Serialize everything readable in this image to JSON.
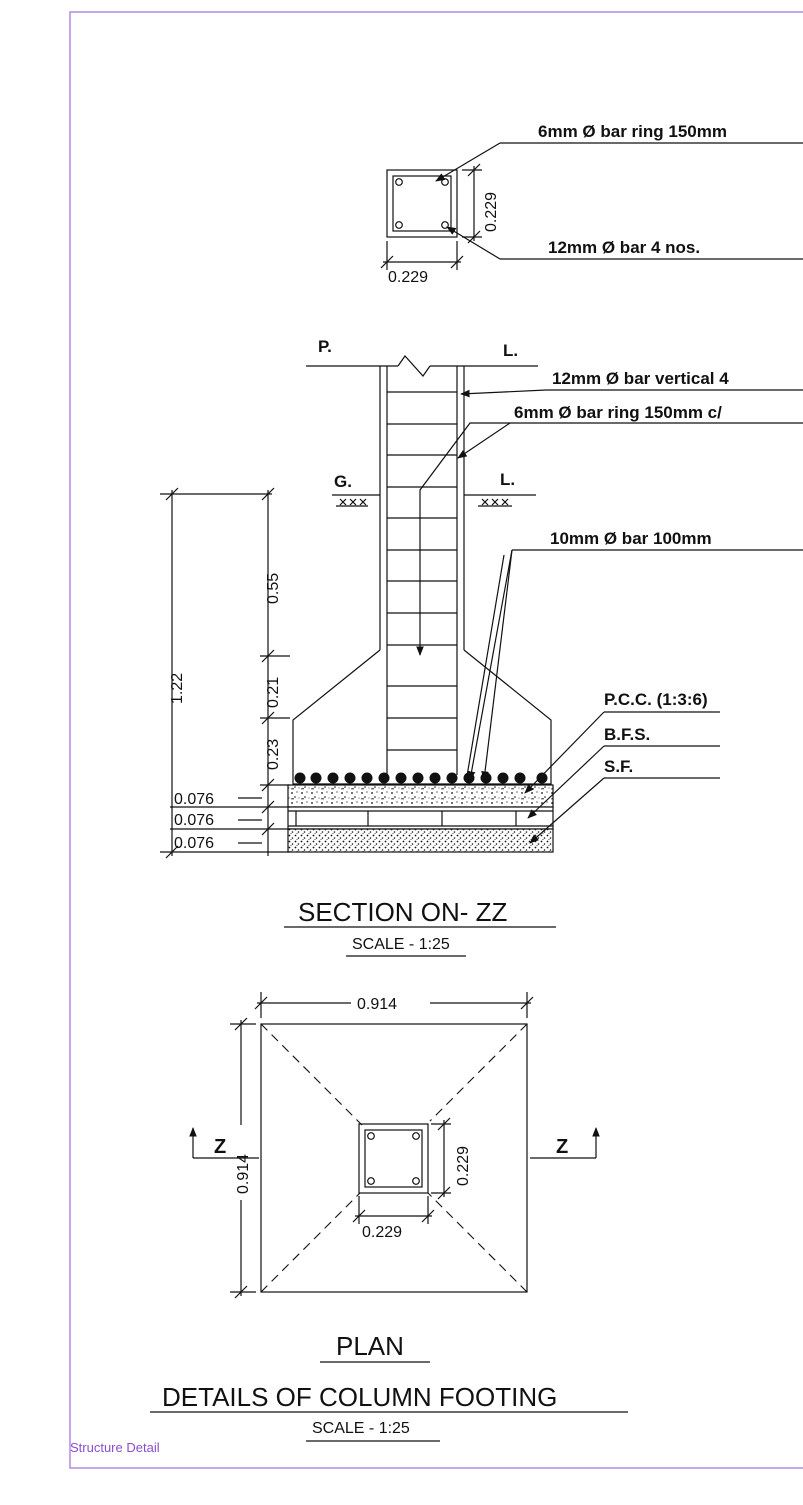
{
  "colors": {
    "border": "#b48be0",
    "ink": "#111111",
    "watermark": "#8a4fd0"
  },
  "cross_section": {
    "ring_label": "6mm Ø bar ring 150mm",
    "bar_label": "12mm Ø bar 4 nos.",
    "dim_width": "0.229",
    "dim_height": "0.229"
  },
  "section": {
    "pl_left": "P.",
    "pl_right": "L.",
    "gl_left": "G.",
    "gl_right": "L.",
    "vertical_bar_label": "12mm Ø bar vertical 4",
    "ring_label": "6mm Ø bar ring 150mm c/",
    "mesh_label": "10mm Ø bar 100mm",
    "pcc_label": "P.C.C. (1:3:6)",
    "bfs_label": "B.F.S.",
    "sf_label": "S.F.",
    "dim_total": "1.22",
    "dim_055": "0.55",
    "dim_021": "0.21",
    "dim_023": "0.23",
    "dim_pcc": "0.076",
    "dim_bfs": "0.076",
    "dim_sf": "0.076",
    "title": "SECTION ON- ZZ",
    "scale": "SCALE - 1:25"
  },
  "plan": {
    "dim_top": "0.914",
    "dim_left": "0.914",
    "dim_col_h": "0.229",
    "dim_col_w": "0.229",
    "z_left": "Z",
    "z_right": "Z",
    "title": "PLAN"
  },
  "footer": {
    "title": "DETAILS OF COLUMN FOOTING",
    "scale": "SCALE - 1:25",
    "watermark": "Structure Detail"
  }
}
